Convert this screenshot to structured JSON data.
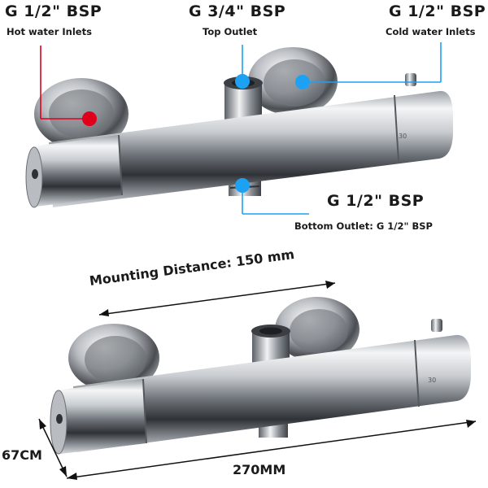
{
  "labels": {
    "hot_inlet_size": "G 1/2\" BSP",
    "hot_inlet_name": "Hot water Inlets",
    "top_outlet_size": "G 3/4\" BSP",
    "top_outlet_name": "Top Outlet",
    "cold_inlet_size": "G 1/2\" BSP",
    "cold_inlet_name": "Cold water Inlets",
    "bottom_outlet_size": "G 1/2\" BSP",
    "bottom_outlet_name": "Bottom Outlet: G 1/2\" BSP"
  },
  "dimensions": {
    "mounting_distance": "Mounting Distance: 150 mm",
    "height": "67CM",
    "length": "270MM"
  },
  "dial_marking": "30",
  "colors": {
    "hot_marker": "#e0001b",
    "cold_marker": "#1da1f2",
    "text": "#1a1a1a"
  }
}
